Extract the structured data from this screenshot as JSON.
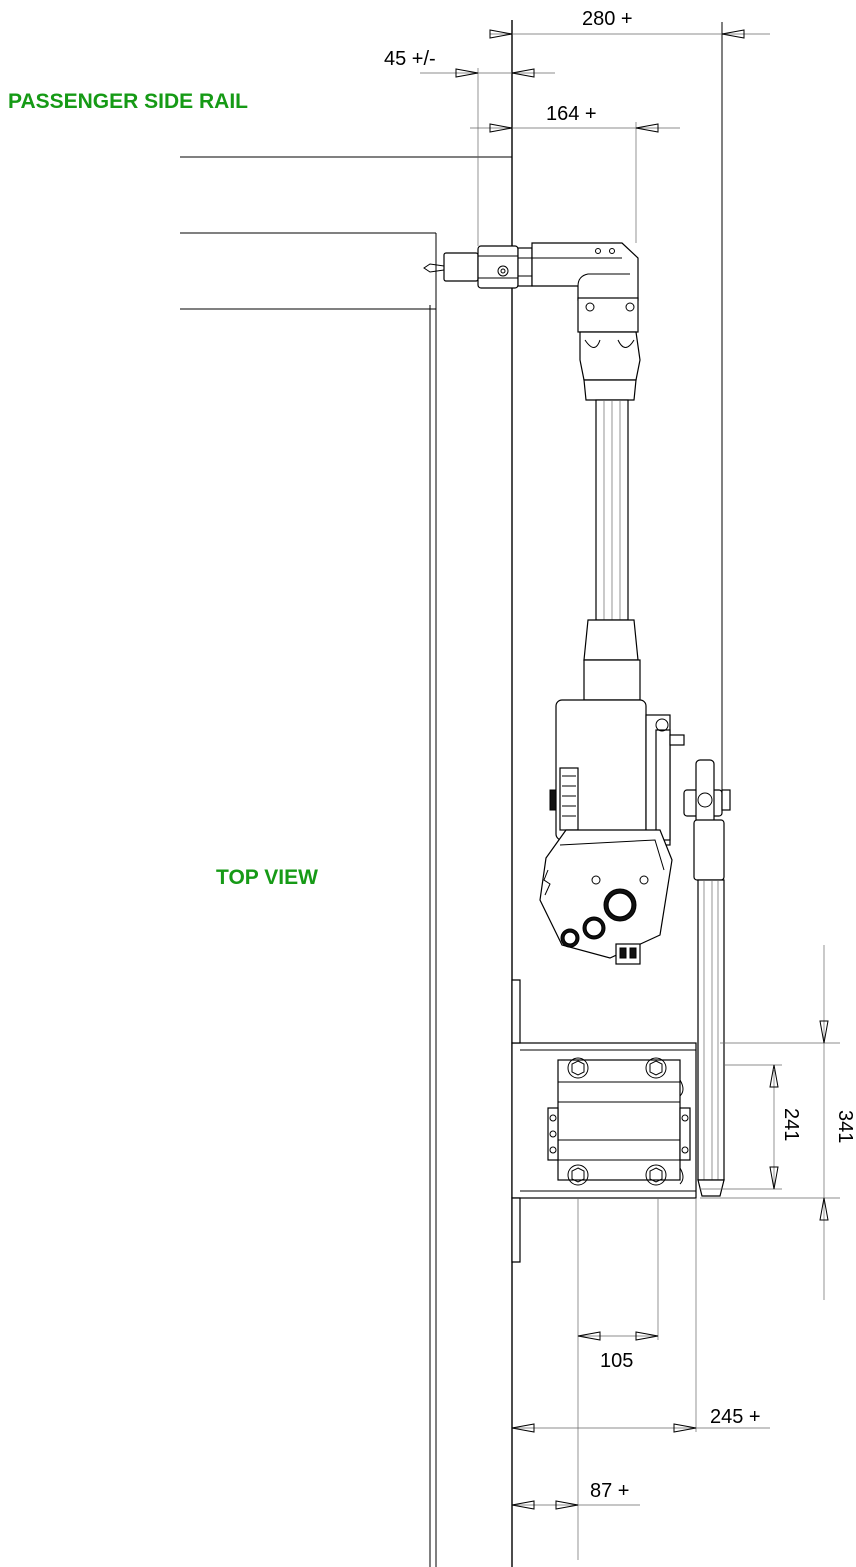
{
  "labels": {
    "passenger_side_rail": "PASSENGER SIDE RAIL",
    "top_view": "TOP VIEW"
  },
  "dimensions": {
    "d280": "280 +",
    "d45": "45 +/-",
    "d164": "164 +",
    "d241": "241",
    "d341": "341",
    "d105": "105",
    "d245": "245 +",
    "d87": "87 +"
  },
  "colors": {
    "label_green": "#169a16",
    "line": "#000000"
  }
}
